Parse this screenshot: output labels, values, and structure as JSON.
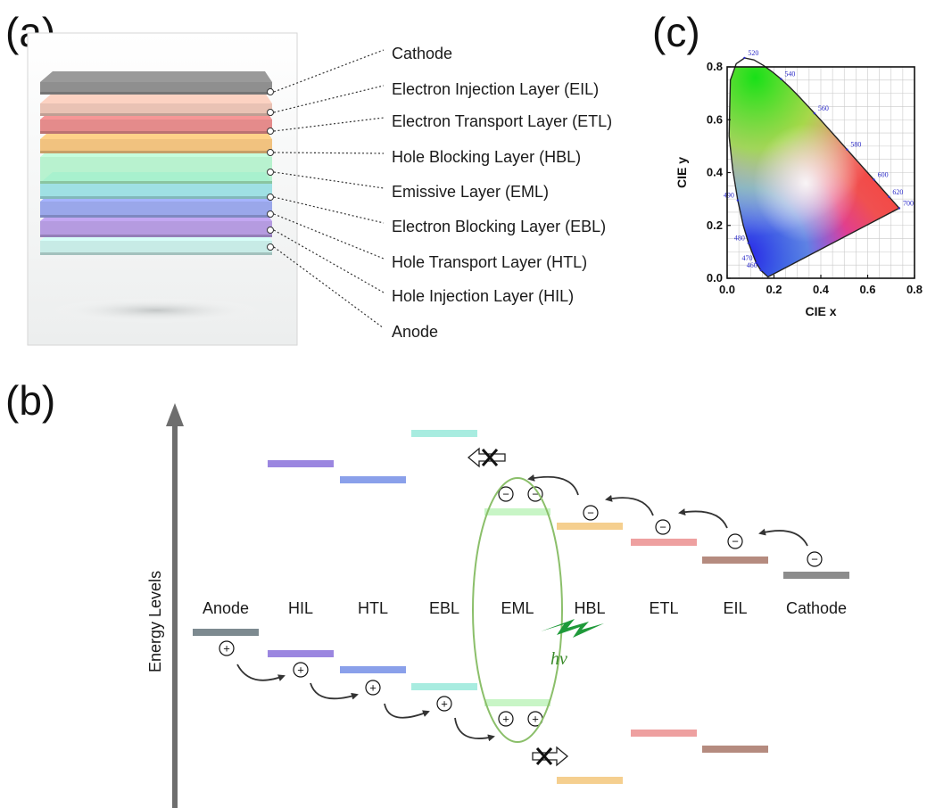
{
  "panels": {
    "a": "(a)",
    "b": "(b)",
    "c": "(c)"
  },
  "stack_labels": [
    "Cathode",
    "Electron Injection Layer (EIL)",
    "Electron Transport Layer (ETL)",
    "Hole Blocking Layer (HBL)",
    "Emissive Layer (EML)",
    "Electron Blocking Layer (EBL)",
    "Hole Transport Layer (HTL)",
    "Hole Injection Layer (HIL)",
    "Anode"
  ],
  "stack_colors": [
    "#8f8f8f",
    "#e9c2b4",
    "#e48b8b",
    "#f1c27f",
    "#a8f0c4",
    "#9fe0e4",
    "#9aa7ea",
    "#b59be0",
    "#c7ebe6"
  ],
  "energy_diagram": {
    "axis_label": "Energy Levels",
    "levels": [
      "Anode",
      "HIL",
      "HTL",
      "EBL",
      "EML",
      "HBL",
      "ETL",
      "EIL",
      "Cathode"
    ],
    "hole_symbol": "+",
    "electron_symbol": "−",
    "photon_label": "hν",
    "level_colors": {
      "Anode": "#7d8a90",
      "HIL": "#9b86e0",
      "HTL": "#8aa0ea",
      "EBL": "#a8ece0",
      "EML": "#c8f5c6",
      "HBL": "#f5cf8f",
      "ETL": "#eea0a0",
      "EIL": "#b58b7f",
      "Cathode": "#8c8c8c"
    }
  },
  "chart_data": {
    "type": "scatter",
    "title": "",
    "xlabel": "CIE x",
    "ylabel": "CIE y",
    "xlim": [
      0.0,
      0.8
    ],
    "ylim": [
      0.0,
      0.8
    ],
    "x_ticks": [
      "0.0",
      "0.2",
      "0.4",
      "0.6",
      "0.8"
    ],
    "y_ticks": [
      "0.0",
      "0.2",
      "0.4",
      "0.6",
      "0.8"
    ],
    "grid": true,
    "spectral_locus": [
      {
        "wavelength": "460",
        "x": 0.144,
        "y": 0.03
      },
      {
        "wavelength": "470",
        "x": 0.124,
        "y": 0.058
      },
      {
        "wavelength": "480",
        "x": 0.091,
        "y": 0.133
      },
      {
        "wavelength": "490",
        "x": 0.045,
        "y": 0.295
      },
      {
        "wavelength": "520",
        "x": 0.074,
        "y": 0.834
      },
      {
        "wavelength": "540",
        "x": 0.23,
        "y": 0.754
      },
      {
        "wavelength": "560",
        "x": 0.373,
        "y": 0.624
      },
      {
        "wavelength": "580",
        "x": 0.512,
        "y": 0.487
      },
      {
        "wavelength": "600",
        "x": 0.627,
        "y": 0.373
      },
      {
        "wavelength": "620",
        "x": 0.691,
        "y": 0.308
      },
      {
        "wavelength": "700",
        "x": 0.735,
        "y": 0.265
      }
    ]
  }
}
